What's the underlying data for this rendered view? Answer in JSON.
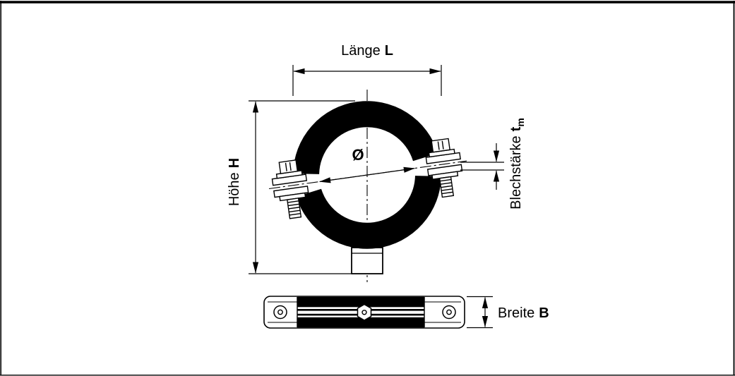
{
  "colors": {
    "line": "#000000",
    "background": "#ffffff"
  },
  "labels": {
    "laenge": {
      "text": "Länge",
      "symbol": "L"
    },
    "hoehe": {
      "text": "Höhe",
      "symbol": "H"
    },
    "durchmesser": {
      "symbol": "Ø"
    },
    "blechstaerke": {
      "text": "Blechstärke",
      "symbol": "t",
      "subscript": "m"
    },
    "breite": {
      "text": "Breite",
      "symbol": "B"
    }
  }
}
